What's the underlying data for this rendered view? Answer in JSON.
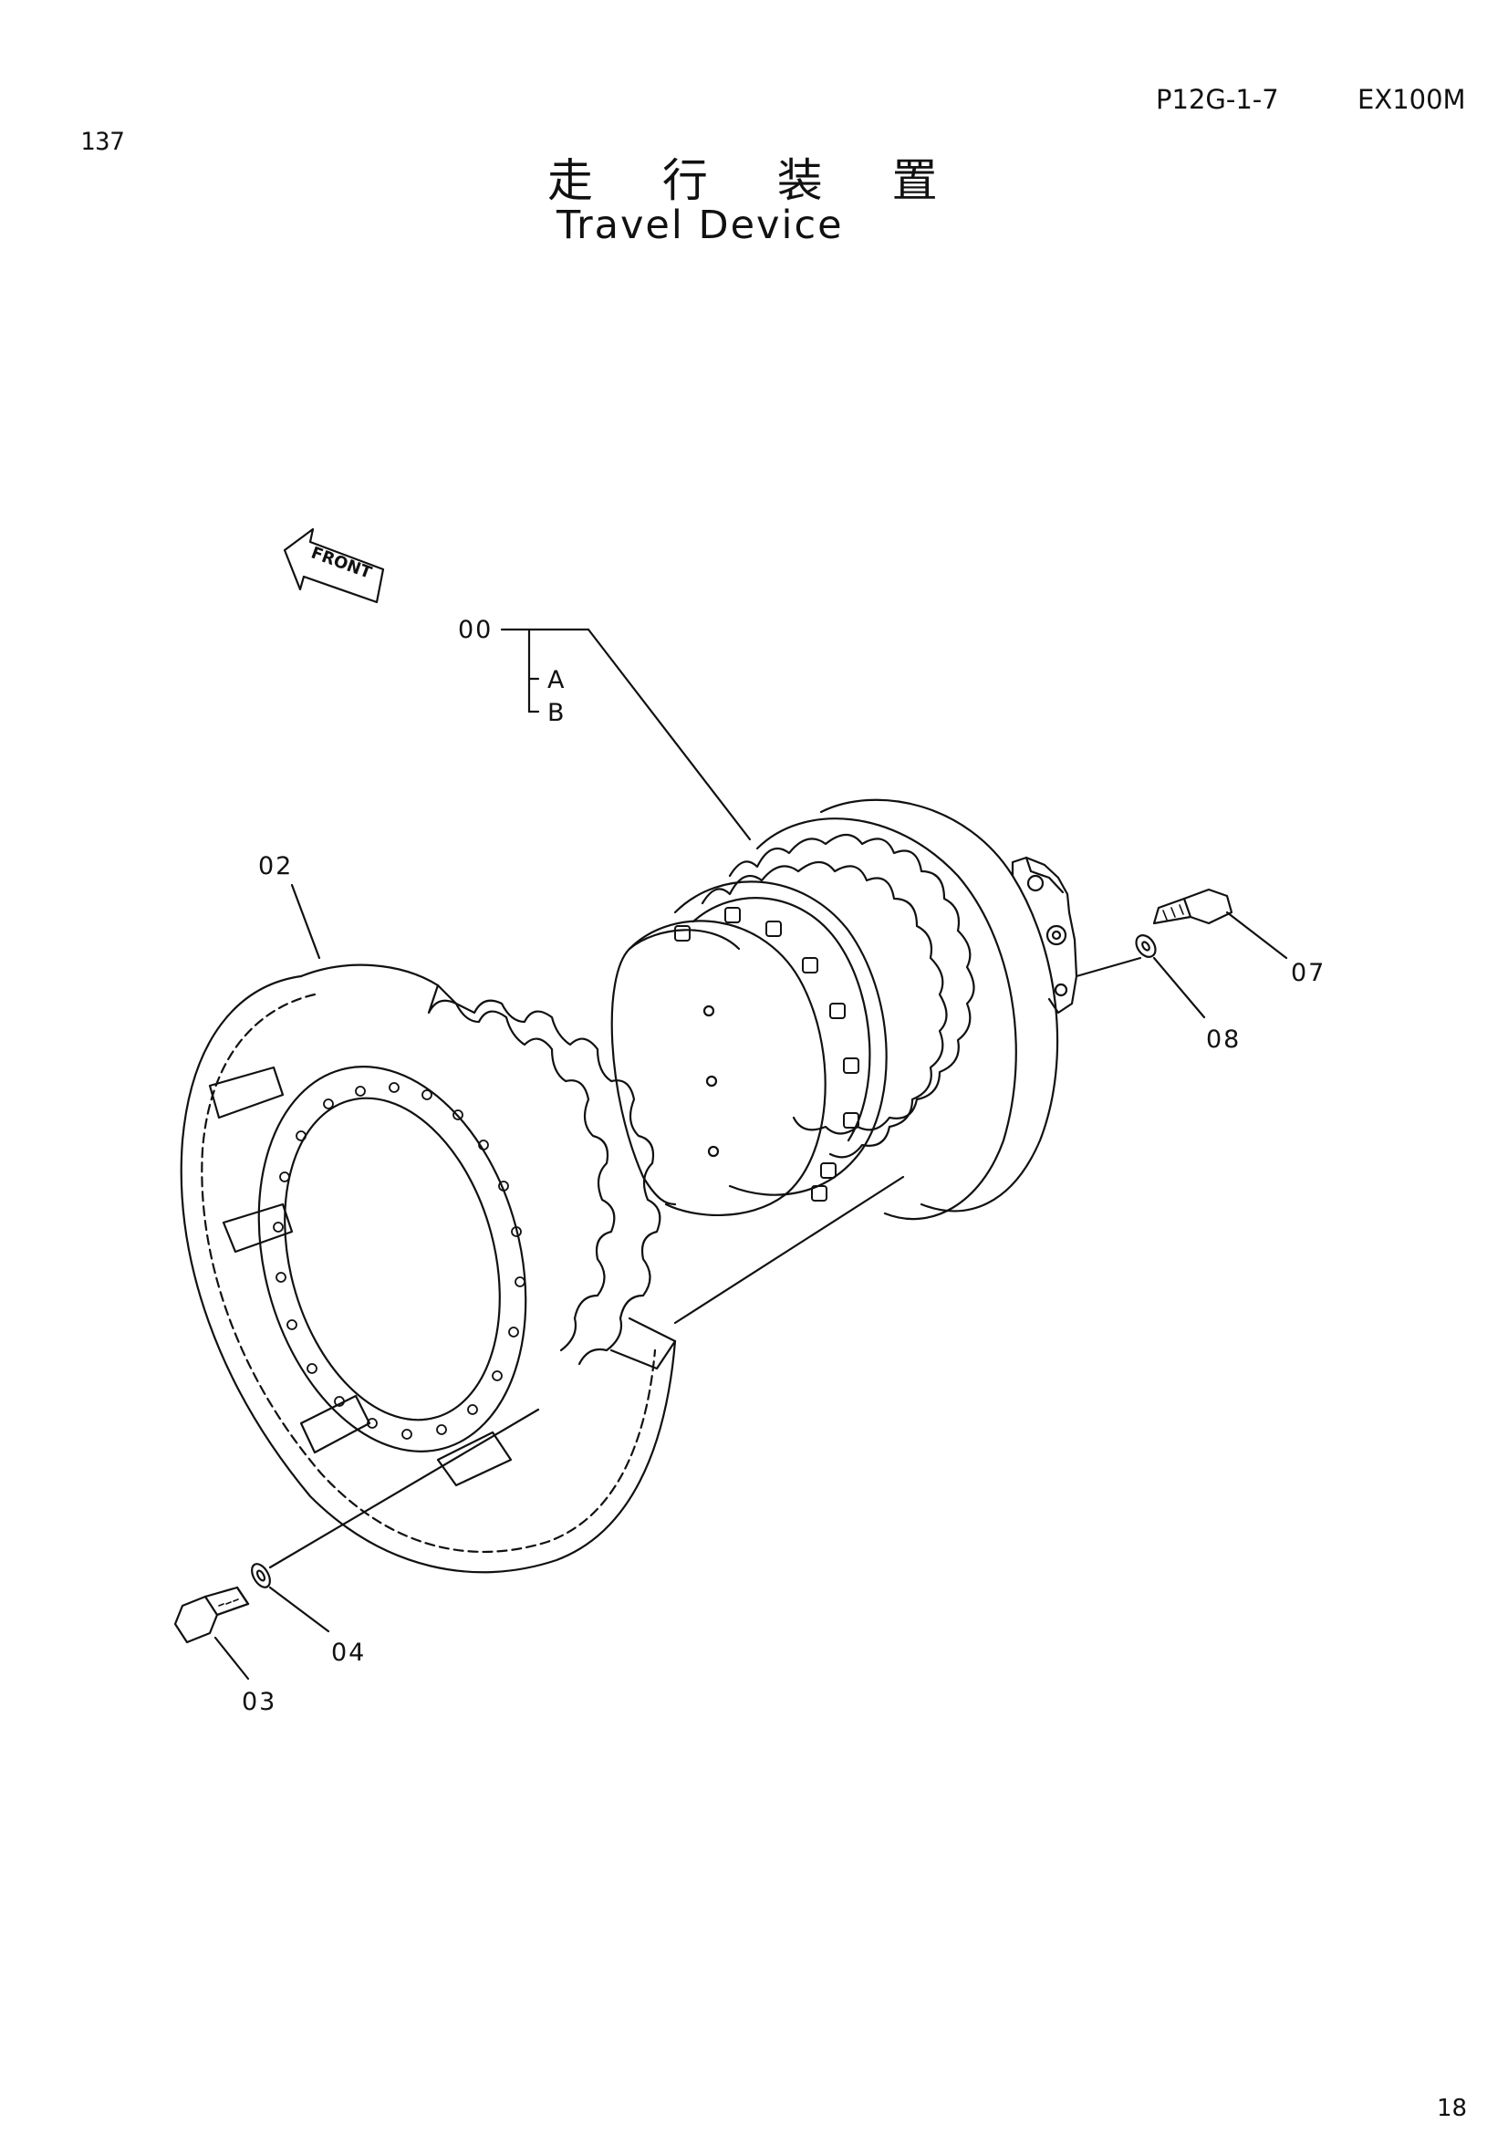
{
  "header": {
    "page_number": "137",
    "doc_code": "P12G-1-7",
    "model": "EX100M",
    "title_jp": "走 行 装 置",
    "title_en": "Travel Device"
  },
  "diagram": {
    "front_arrow_label": "FRONT",
    "callouts": {
      "assembly": "00",
      "sub_a": "A",
      "sub_b": "B",
      "sprocket": "02",
      "bolt_lower": "03",
      "washer_lower": "04",
      "bolt_upper": "07",
      "washer_upper": "08"
    }
  },
  "footer": {
    "sheet_number": "18"
  }
}
